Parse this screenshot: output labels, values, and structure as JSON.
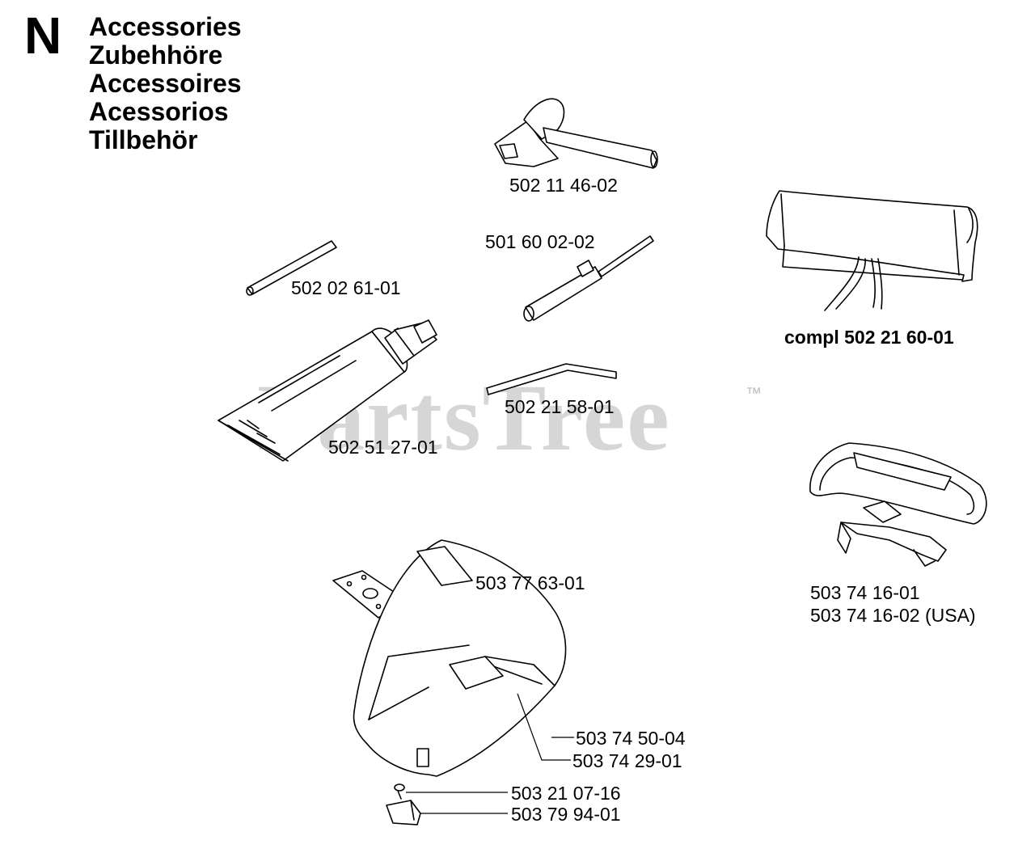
{
  "section": {
    "letter": "N",
    "titles": [
      "Accessories",
      "Zubehhöre",
      "Accessoires",
      "Acessorios",
      "Tillbehör"
    ]
  },
  "parts": {
    "wrench": "502 11 46-02",
    "file_holder": "501 60 02-02",
    "rod": "502 02 61-01",
    "grease_tube": "502 51 27-01",
    "hex_key": "502 21 58-01",
    "blade_guard_bag": "compl 502 21 60-01",
    "harness_line1": "503 74 16-01",
    "harness_line2": "503 74 16-02 (USA)",
    "plate": "503 77 63-01",
    "guard": "503 74 50-04",
    "guard_decal": "503 74 29-01",
    "screw": "503 21 07-16",
    "clip": "503 79 94-01"
  },
  "watermark": {
    "text": "PartsTree",
    "trademark": "™",
    "color": "#b4b4b4"
  },
  "icons": {
    "wrench": "combination-wrench-icon",
    "file_holder": "file-holder-icon",
    "rod": "rod-icon",
    "grease_tube": "grease-tube-icon",
    "hex_key": "hex-key-icon",
    "bag": "blade-guard-bag-icon",
    "harness": "shoulder-harness-icon",
    "plate": "mounting-plate-icon",
    "guard": "trimmer-guard-icon",
    "screw": "screw-icon",
    "clip": "clip-icon"
  }
}
